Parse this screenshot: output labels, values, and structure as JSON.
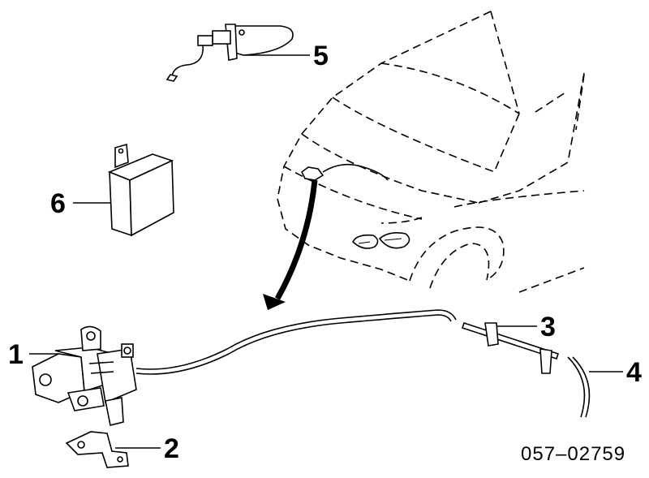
{
  "diagram": {
    "parts": [
      {
        "number": "1",
        "name": "leveling-actuator"
      },
      {
        "number": "2",
        "name": "bracket"
      },
      {
        "number": "3",
        "name": "cable-clip-bracket"
      },
      {
        "number": "4",
        "name": "cable-end"
      },
      {
        "number": "5",
        "name": "height-sensor"
      },
      {
        "number": "6",
        "name": "control-module"
      }
    ],
    "code": "057–02759"
  }
}
